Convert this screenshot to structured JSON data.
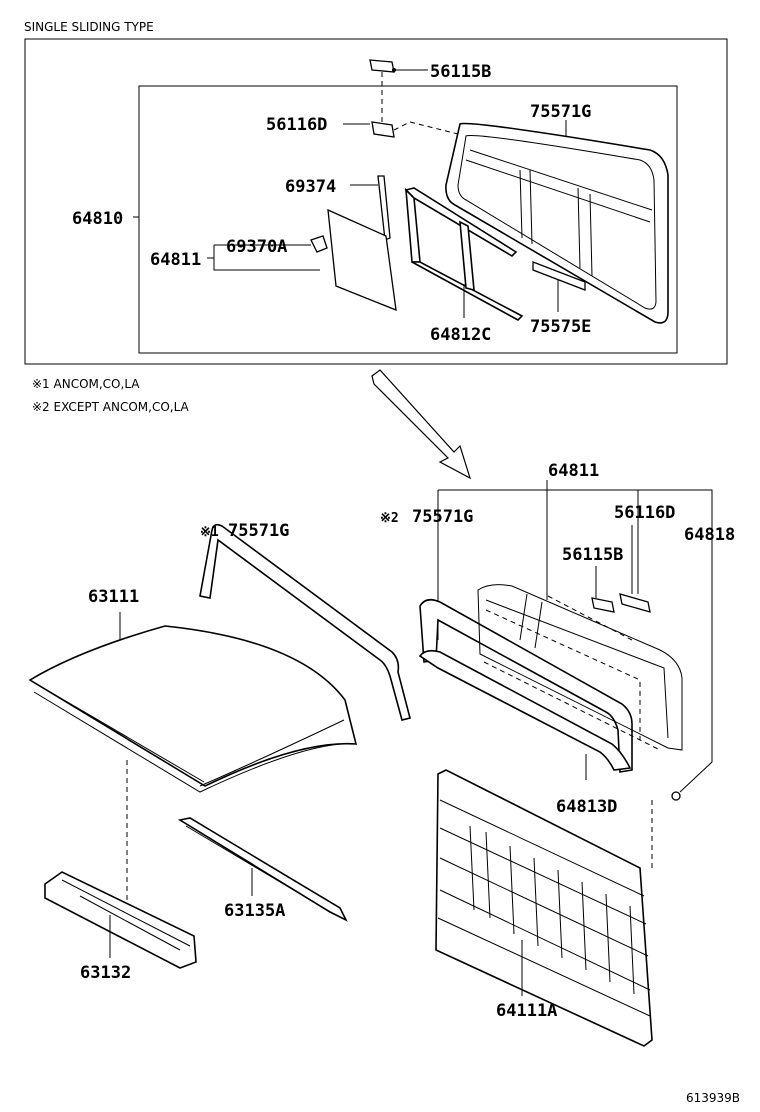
{
  "header": {
    "title": "SINGLE SLIDING TYPE"
  },
  "notes": {
    "note1": "※1 ANCOM,CO,LA",
    "note2": "※2 EXCEPT ANCOM,CO,LA"
  },
  "labels": {
    "p56115b_top": "56115B",
    "p56116d_top": "56116D",
    "p75571g_top": "75571G",
    "p69374": "69374",
    "p64810": "64810",
    "p64811_top": "64811",
    "p69370a": "69370A",
    "p64812c": "64812C",
    "p75575e": "75575E",
    "p64811_mid": "64811",
    "m1_prefix": "※1",
    "p75571g_left": "75571G",
    "m2_prefix": "※2",
    "p75571g_right": "75571G",
    "p56116d_right": "56116D",
    "p64818": "64818",
    "p56115b_right": "56115B",
    "p63111": "63111",
    "p64813d": "64813D",
    "p63135a": "63135A",
    "p63132": "63132",
    "p64111a": "64111A"
  },
  "footer": {
    "figure_code": "613939B"
  }
}
